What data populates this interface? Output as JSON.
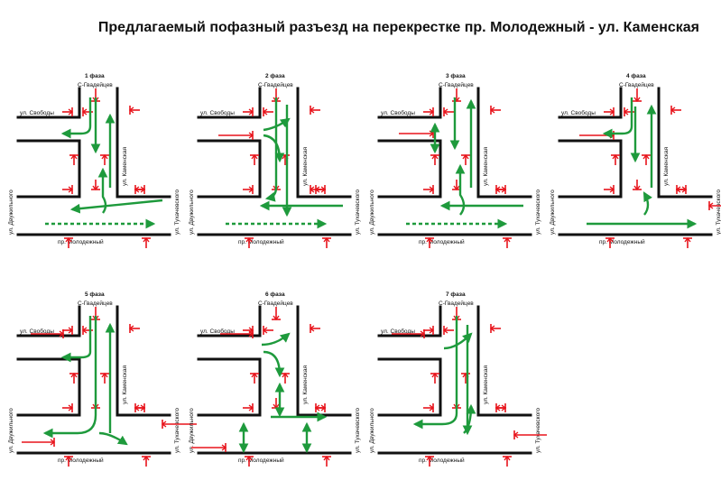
{
  "title": "Предлагаемый пофазный разъезд на перекрестке пр. Молодежный - ул. Каменская",
  "labels": {
    "gvadeytsev": "С-Гвадейцев",
    "svobody": "ул. Свободы",
    "kamenskaya": "ул. Каменская",
    "molodezhny": "пр. Молодежный",
    "dvuzhilnogo": "ул. Двужильного",
    "tukhachevskogo": "ул. Тухачевского"
  },
  "colors": {
    "road": "#111111",
    "pedestrian": "#e8141c",
    "vehicle": "#1e9a3c"
  },
  "phases": [
    {
      "label": "1 фаза"
    },
    {
      "label": "2 фаза"
    },
    {
      "label": "3 фаза"
    },
    {
      "label": "4 фаза"
    },
    {
      "label": "5 фаза"
    },
    {
      "label": "6 фаза"
    },
    {
      "label": "7 фаза"
    }
  ]
}
